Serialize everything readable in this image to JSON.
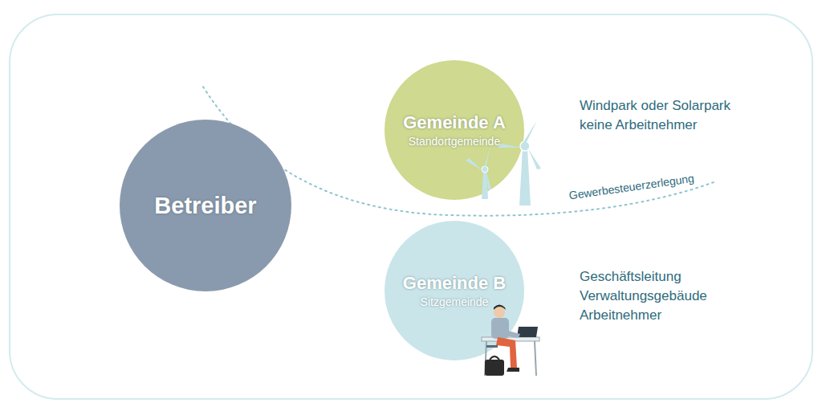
{
  "diagram": {
    "nodes": [
      {
        "text": [
          "Betreiber"
        ]
      },
      {
        "text": [
          "Gemeinde A",
          "Standortgemeinde"
        ]
      },
      {
        "text": [
          "Gemeinde B",
          "Sitzgemeinde"
        ]
      }
    ],
    "labels": [
      "Windpark oder Solarpark",
      "keine Arbeitnehmer",
      "Geschäftsleitung",
      "Verwaltungsgebäude",
      "Arbeitnehmer",
      "Gewerbesteuerzerlegung"
    ]
  }
}
